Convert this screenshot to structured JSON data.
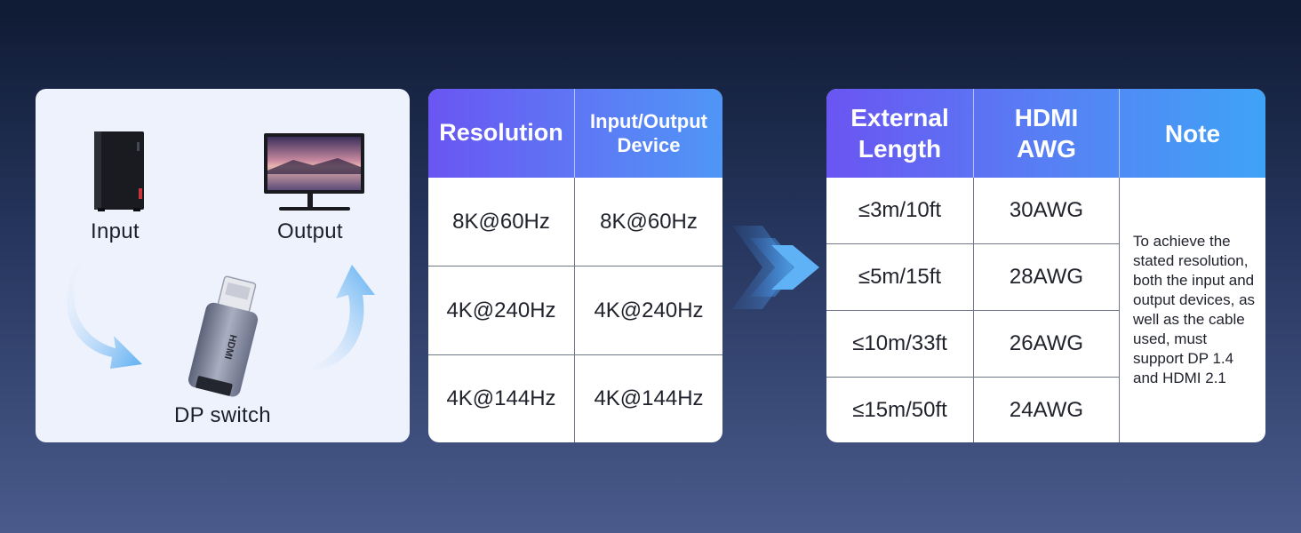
{
  "diagram": {
    "input_label": "Input",
    "output_label": "Output",
    "adapter_label": "DP switch",
    "adapter_marking": "HDMI"
  },
  "resolution_table": {
    "headers": [
      "Resolution",
      "Input/Output Device"
    ],
    "rows": [
      [
        "8K@60Hz",
        "8K@60Hz"
      ],
      [
        "4K@240Hz",
        "4K@240Hz"
      ],
      [
        "4K@144Hz",
        "4K@144Hz"
      ]
    ]
  },
  "cable_table": {
    "headers": [
      "External Length",
      "HDMI AWG",
      "Note"
    ],
    "rows": [
      [
        "≤3m/10ft",
        "30AWG"
      ],
      [
        "≤5m/15ft",
        "28AWG"
      ],
      [
        "≤10m/33ft",
        "26AWG"
      ],
      [
        "≤15m/50ft",
        "24AWG"
      ]
    ],
    "note": "To achieve the stated resolution, both the input and output devices, as well as the cable used, must support DP 1.4 and HDMI 2.1"
  },
  "colors": {
    "header_start": "#6a55f2",
    "header_end": "#3fa3f7",
    "arrow_blue": "#4aa8f0"
  }
}
